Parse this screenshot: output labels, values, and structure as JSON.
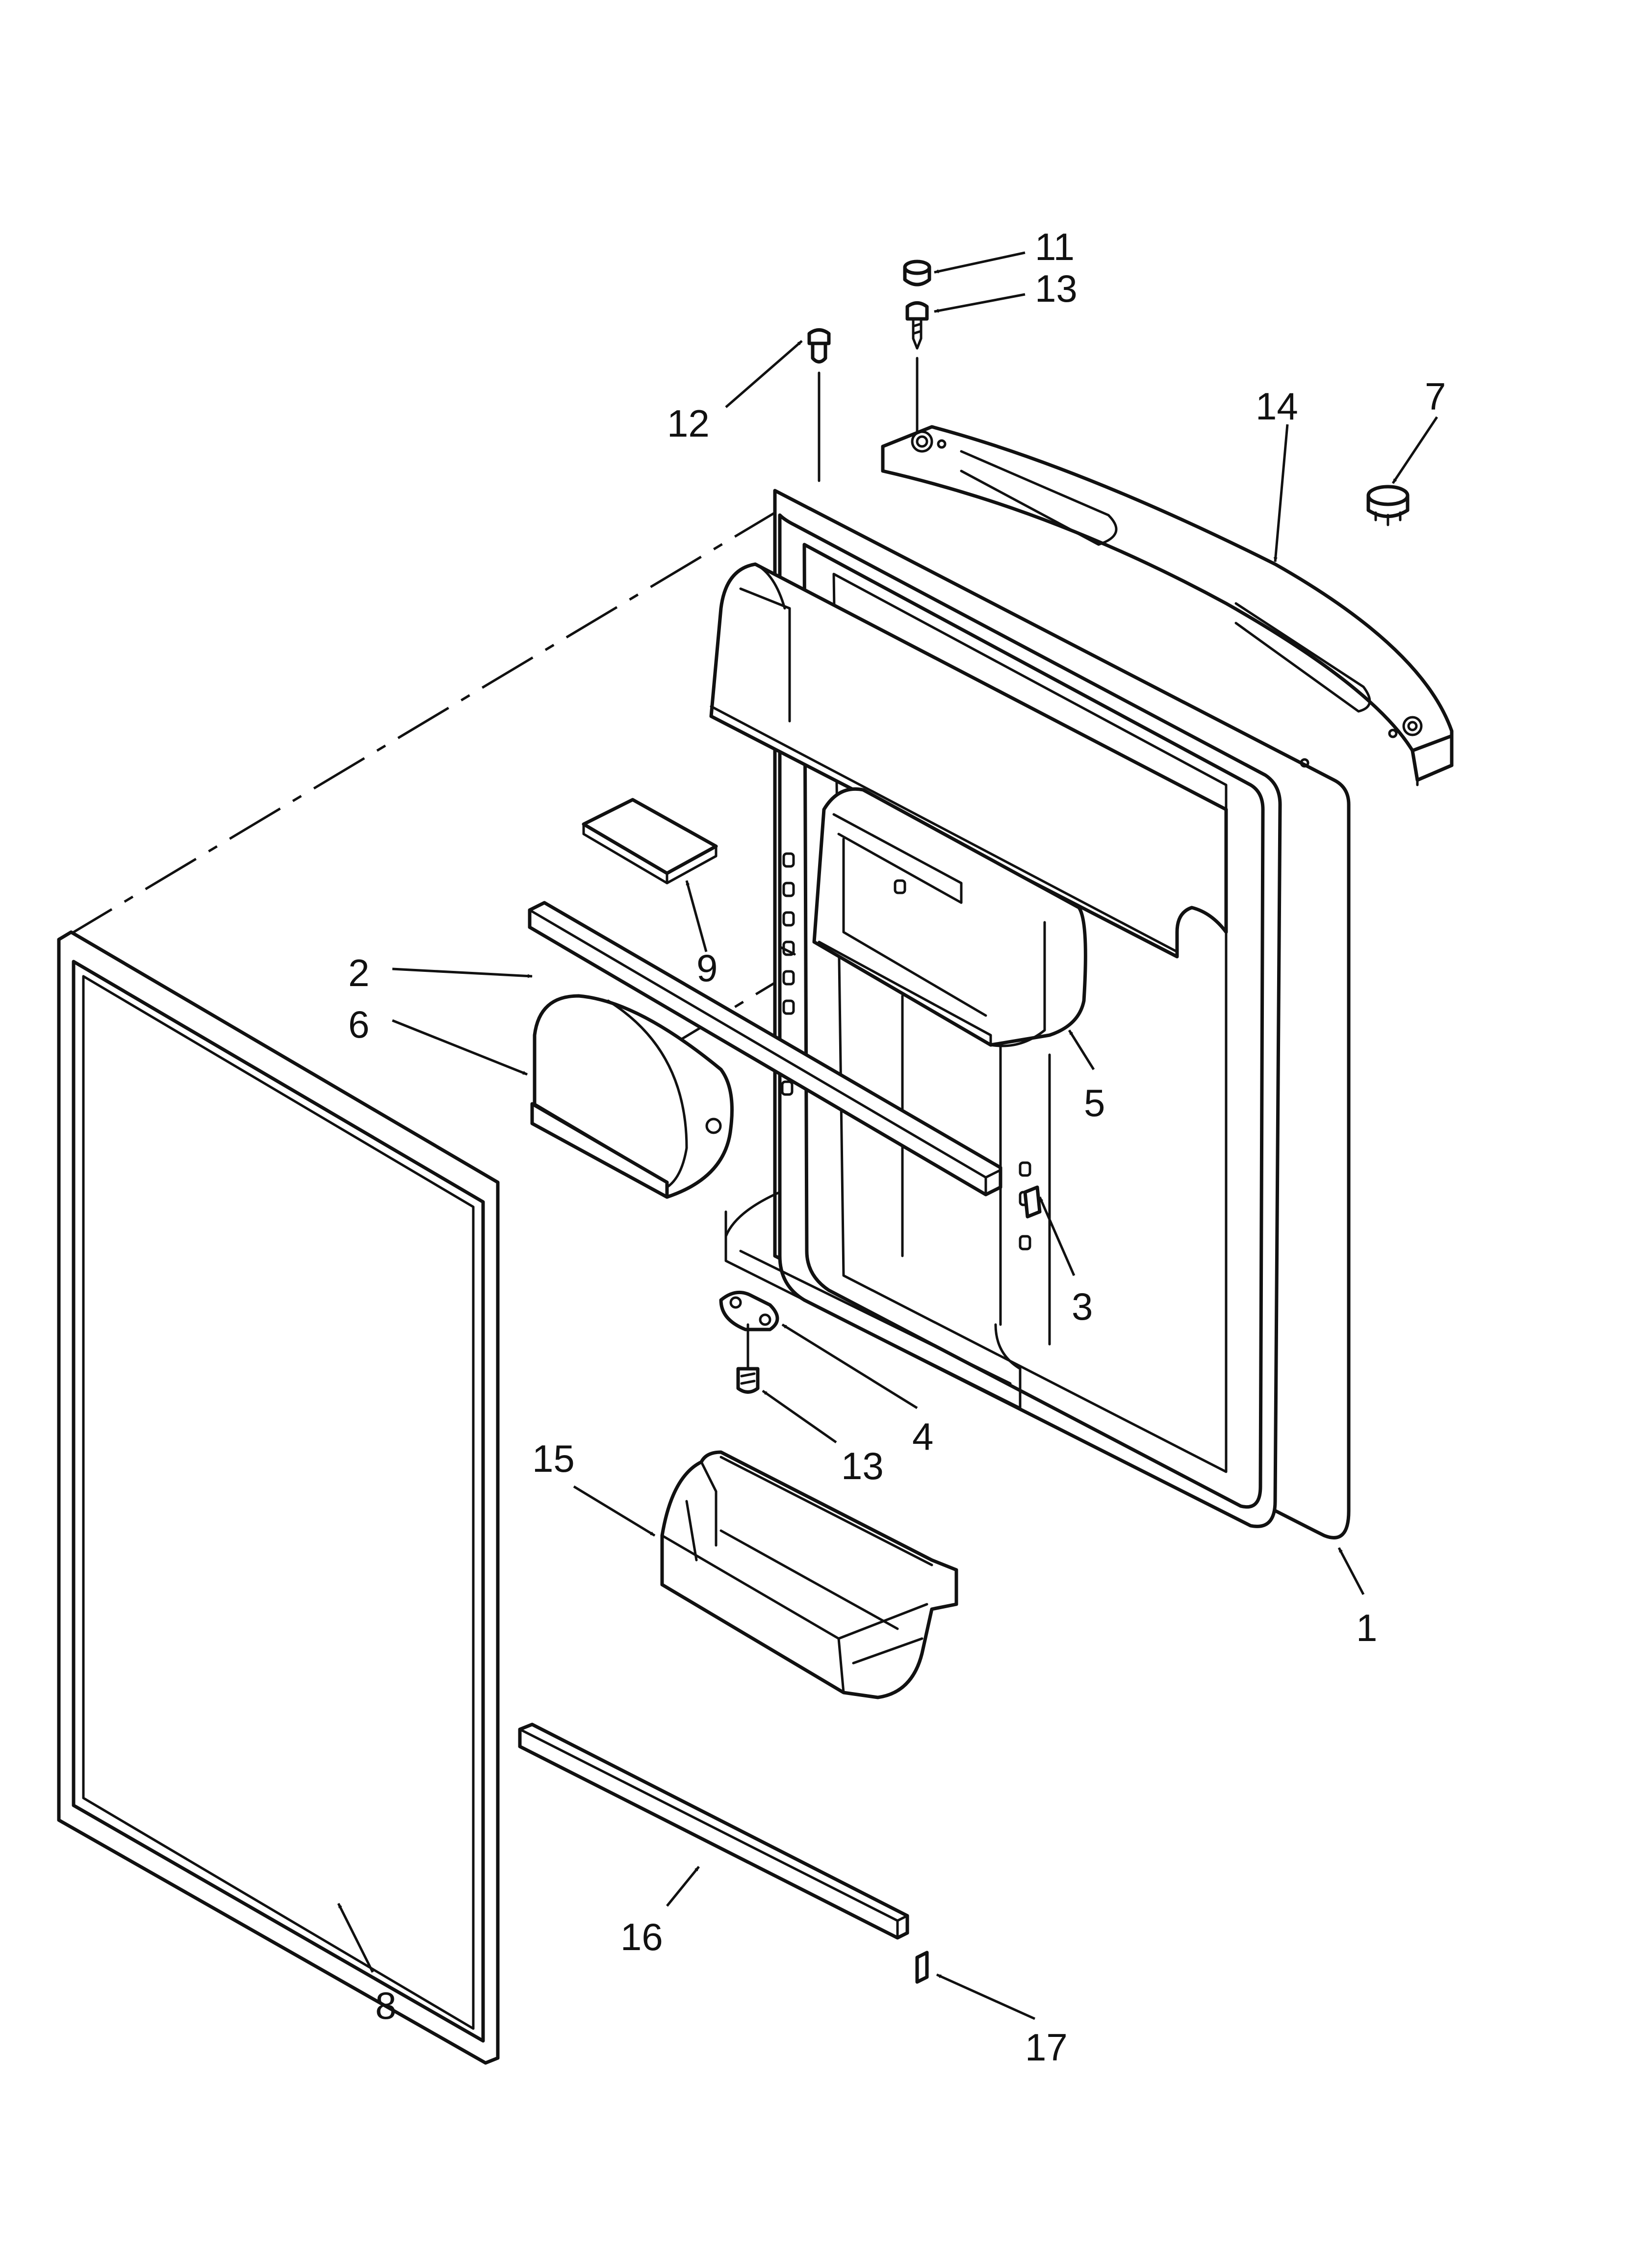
{
  "callouts": [
    "1",
    "2",
    "3",
    "4",
    "5",
    "6",
    "7",
    "8",
    "9",
    "11",
    "12",
    "13",
    "13",
    "14",
    "15",
    "16",
    "17"
  ]
}
